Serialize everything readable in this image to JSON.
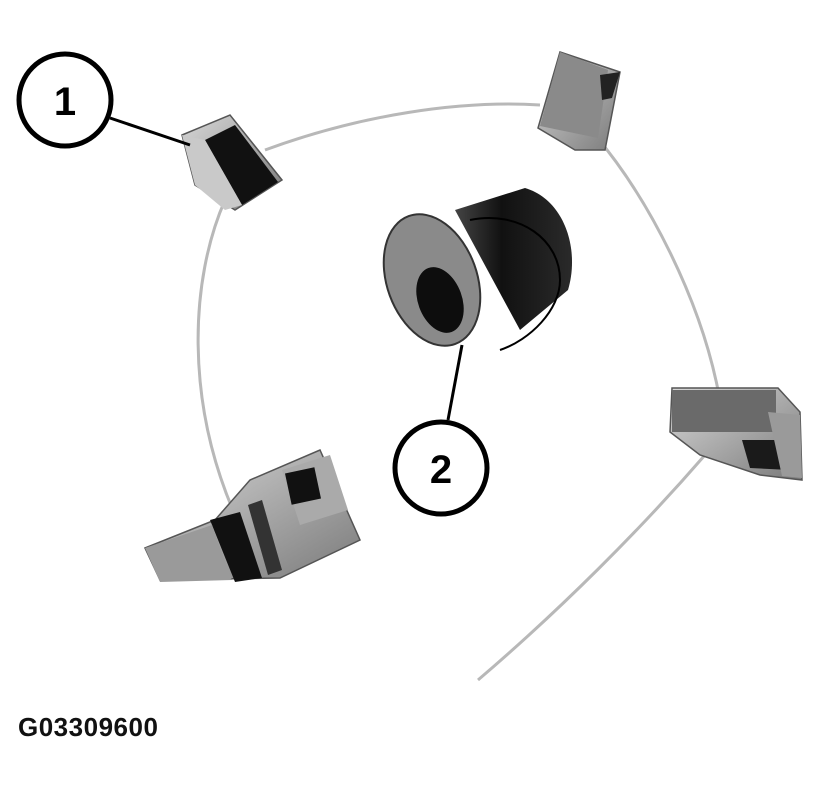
{
  "callouts": [
    {
      "label": "1"
    },
    {
      "label": "2"
    }
  ],
  "figure_code": "G03309600",
  "icons": [
    "clip-icon",
    "bushing-icon"
  ],
  "colors": {
    "ink": "#000000",
    "wire": "#b5b5b5",
    "part_dark": "#1a1a1a",
    "part_light": "#9a9a9a"
  }
}
